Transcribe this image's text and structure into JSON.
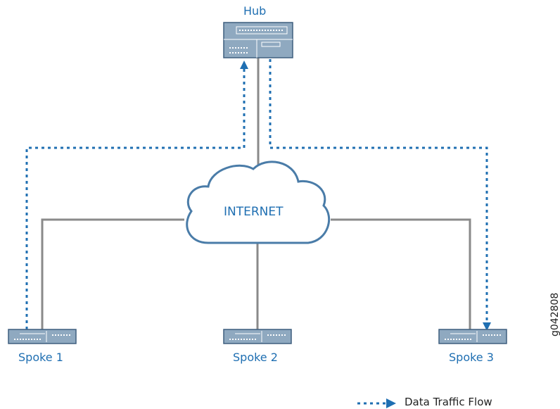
{
  "nodes": {
    "hub": "Hub",
    "spoke1": "Spoke 1",
    "spoke2": "Spoke 2",
    "spoke3": "Spoke 3",
    "cloud": "INTERNET"
  },
  "legend": {
    "flow_label": "Data Traffic Flow"
  },
  "figure_id": "g042808",
  "colors": {
    "label": "#1f6fb2",
    "flow": "#1f6fb2",
    "link": "#8a8a8a",
    "device_fill": "#8fa9c0",
    "device_stroke": "#3f5f7f",
    "cloud_stroke": "#4a7ca8"
  }
}
